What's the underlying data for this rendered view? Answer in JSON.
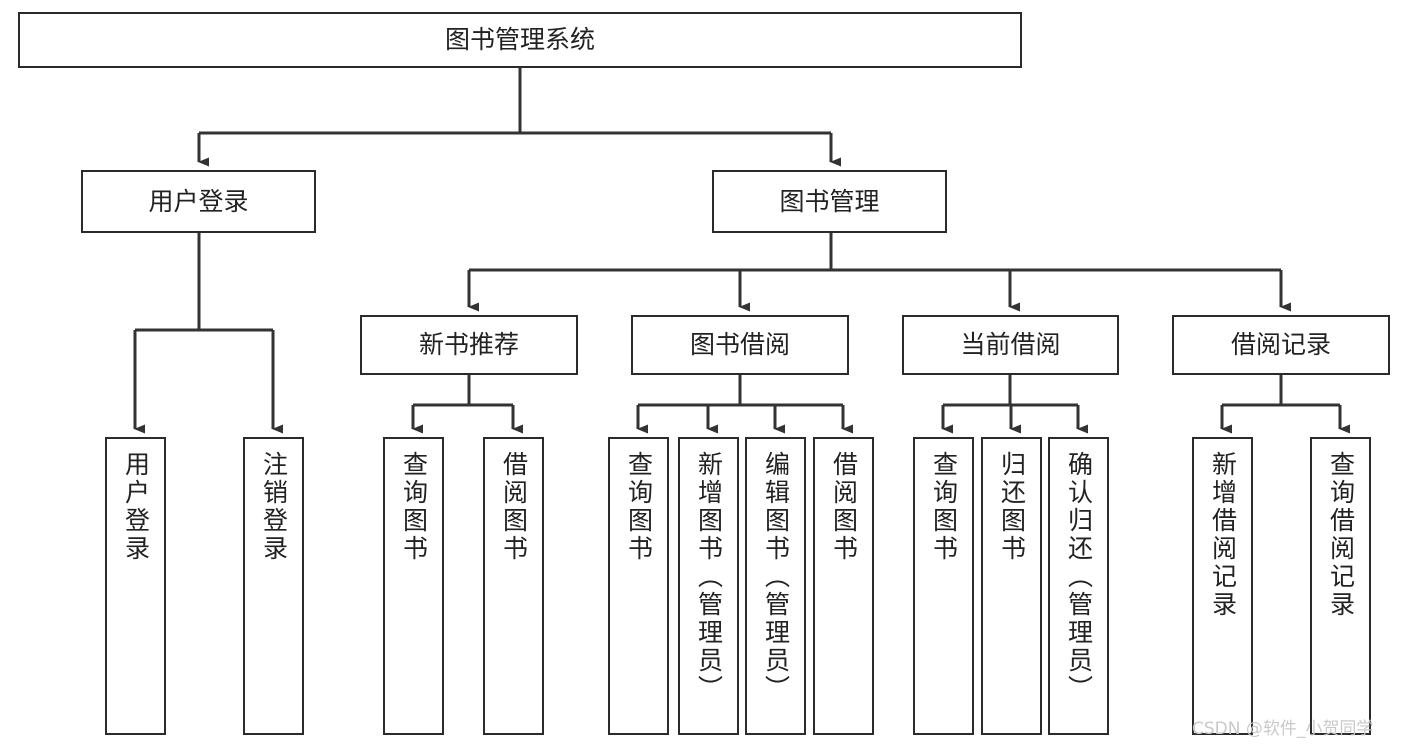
{
  "diagram": {
    "type": "hierarchy-tree",
    "title": "图书管理系统",
    "watermark": "CSDN @软件_小贺同学",
    "colors": {
      "node_border": "#2b2b2b",
      "node_fill": "#ffffff",
      "edge": "#333333",
      "text": "#222222",
      "watermark": "#c9c9c9"
    },
    "nodes": {
      "root": {
        "label": "图书管理系统"
      },
      "level2": [
        {
          "label": "用户登录"
        },
        {
          "label": "图书管理"
        }
      ],
      "level3": [
        {
          "label": "新书推荐"
        },
        {
          "label": "图书借阅"
        },
        {
          "label": "当前借阅"
        },
        {
          "label": "借阅记录"
        }
      ],
      "leaves": {
        "user_login": [
          {
            "label": "用户登录"
          },
          {
            "label": "注销登录"
          }
        ],
        "new_book_recommend": [
          {
            "label": "查询图书"
          },
          {
            "label": "借阅图书"
          }
        ],
        "book_borrow": [
          {
            "label": "查询图书"
          },
          {
            "label": "新增图书（管理员）"
          },
          {
            "label": "编辑图书（管理员）"
          },
          {
            "label": "借阅图书"
          }
        ],
        "current_borrow": [
          {
            "label": "查询图书"
          },
          {
            "label": "归还图书"
          },
          {
            "label": "确认归还（管理员）"
          }
        ],
        "borrow_record": [
          {
            "label": "新增借阅记录"
          },
          {
            "label": "查询借阅记录"
          }
        ]
      }
    }
  }
}
